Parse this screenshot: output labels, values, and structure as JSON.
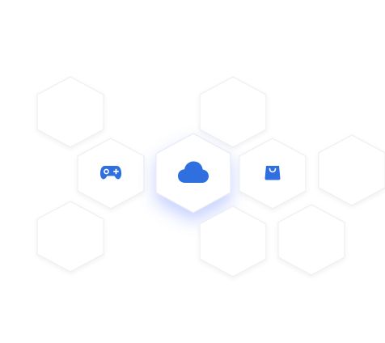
{
  "scene": {
    "background": "#ffffff",
    "accent": "#2f6fe0",
    "hex_fill": "#ffffff",
    "hex_stroke": "#e9ebf0",
    "glow": "#6f86ff"
  },
  "tiles": [
    {
      "id": "empty-1",
      "icon": ""
    },
    {
      "id": "empty-2",
      "icon": ""
    },
    {
      "id": "gamepad",
      "icon": "gamepad-icon"
    },
    {
      "id": "cloud",
      "icon": "cloud-icon"
    },
    {
      "id": "bag",
      "icon": "shopping-bag-icon"
    },
    {
      "id": "empty-3",
      "icon": ""
    },
    {
      "id": "empty-4",
      "icon": ""
    },
    {
      "id": "empty-5",
      "icon": ""
    },
    {
      "id": "empty-6",
      "icon": ""
    }
  ]
}
